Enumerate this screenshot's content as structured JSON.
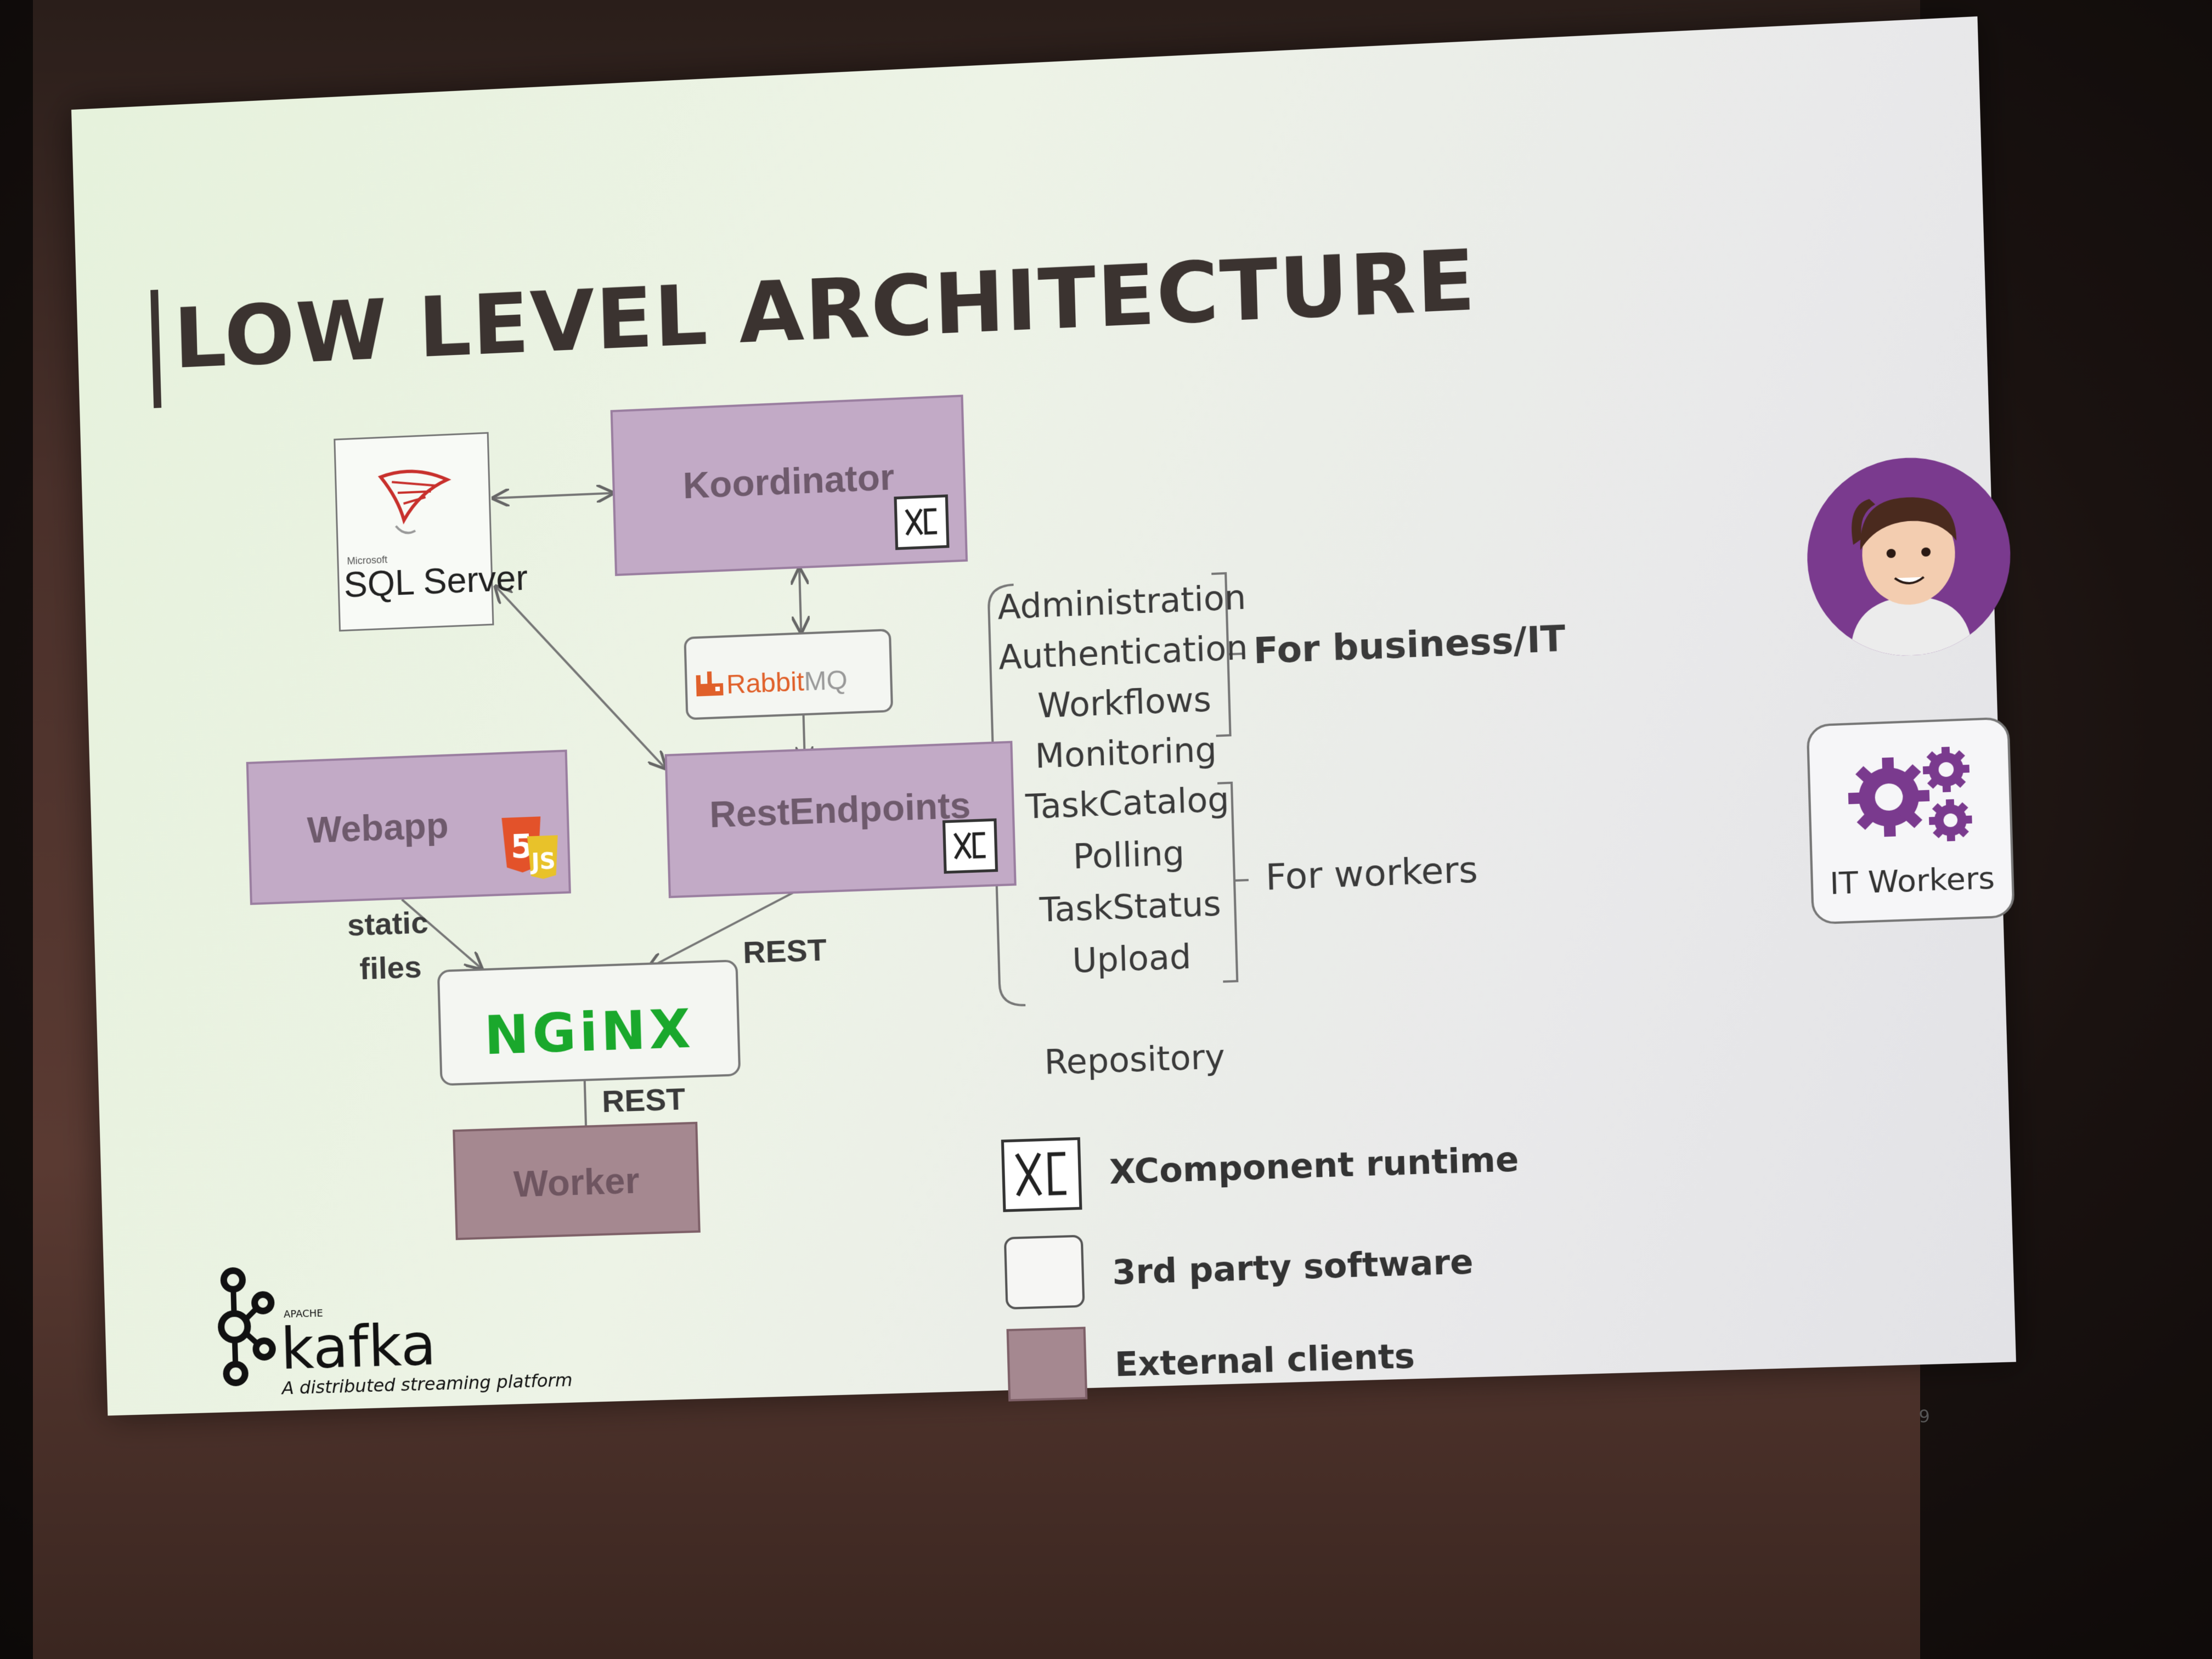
{
  "slide": {
    "title": "LOW LEVEL ARCHITECTURE",
    "page_number": "9"
  },
  "nodes": {
    "sql": {
      "small": "Microsoft",
      "label": "SQL Server"
    },
    "koordinator": {
      "label": "Koordinator"
    },
    "rabbitmq": {
      "label_a": "Rabbit",
      "label_b": "MQ"
    },
    "webapp": {
      "label": "Webapp"
    },
    "restendpoints": {
      "label": "RestEndpoints"
    },
    "nginx": {
      "label": "NGiNX"
    },
    "worker": {
      "label": "Worker"
    }
  },
  "edges": {
    "static_files_1": "static",
    "static_files_2": "files",
    "rest_1": "REST",
    "rest_2": "REST"
  },
  "endpoints": {
    "business": [
      "Administration",
      "Authentication",
      "Workflows",
      "Monitoring"
    ],
    "workers": [
      "TaskCatalog",
      "Polling",
      "TaskStatus",
      "Upload"
    ],
    "repository": "Repository",
    "business_label": "For business/IT",
    "workers_label": "For workers"
  },
  "personas": {
    "it_workers": "IT Workers"
  },
  "legend": {
    "xcomponent": "XComponent runtime",
    "third_party": "3rd party software",
    "external": "External clients"
  },
  "kafka": {
    "apache": "APACHE",
    "name": "kafka",
    "tagline": "A distributed streaming platform"
  },
  "colors": {
    "component": "#c2aac6",
    "external": "#a58890",
    "nginx_green": "#1aa82c",
    "rabbit_orange": "#e0602a",
    "avatar_purple": "#7a3a8e"
  }
}
